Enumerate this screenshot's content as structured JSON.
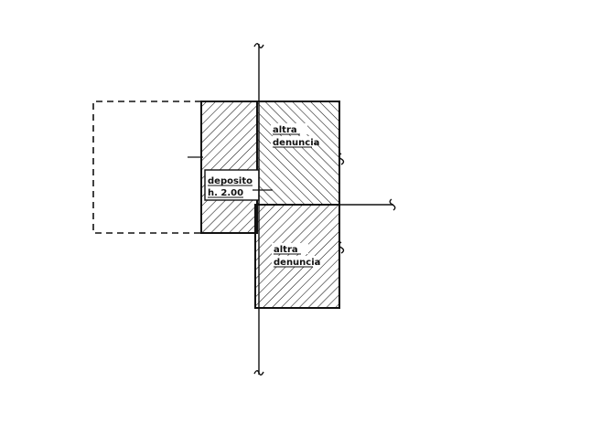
{
  "labels": {
    "upper_right": [
      "altra",
      "denuncia"
    ],
    "lower_right": [
      "altra",
      "denuncia"
    ],
    "deposit": [
      "deposito",
      "h. 2.00"
    ]
  },
  "colors": {
    "ink": "#111111",
    "paper": "#ffffff"
  }
}
